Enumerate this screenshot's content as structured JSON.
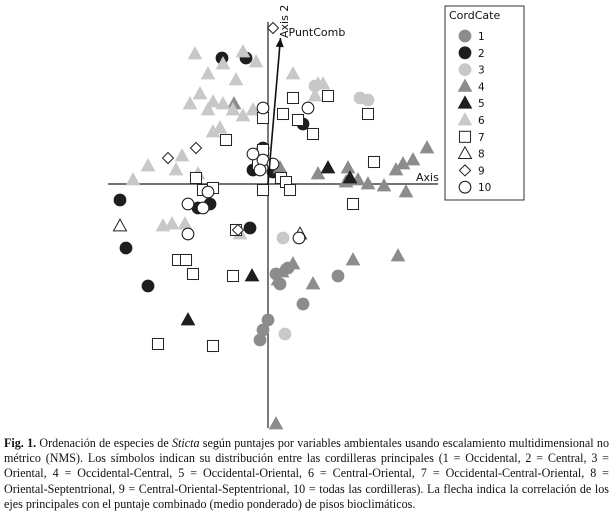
{
  "chart_data": {
    "type": "scatter",
    "title": "",
    "xlabel": "Axis",
    "ylabel": "Axis 2",
    "xlim": [
      -1.6,
      1.6
    ],
    "ylim": [
      -1.2,
      0.78
    ],
    "grid": false,
    "arrow": {
      "label": "PuntComb",
      "from": [
        0,
        0
      ],
      "to": [
        0.125,
        0.73
      ]
    },
    "legend": {
      "title": "CordCate",
      "placement": "top-right",
      "entries": [
        {
          "label": "1",
          "marker": "circle",
          "fill": "#8c8c8c",
          "stroke": "#8c8c8c"
        },
        {
          "label": "2",
          "marker": "circle",
          "fill": "#1e1e1e",
          "stroke": "#1e1e1e"
        },
        {
          "label": "3",
          "marker": "circle",
          "fill": "#c8c8c8",
          "stroke": "#c8c8c8"
        },
        {
          "label": "4",
          "marker": "triangle",
          "fill": "#8c8c8c",
          "stroke": "#8c8c8c"
        },
        {
          "label": "5",
          "marker": "triangle",
          "fill": "#1e1e1e",
          "stroke": "#1e1e1e"
        },
        {
          "label": "6",
          "marker": "triangle",
          "fill": "#c8c8c8",
          "stroke": "#c8c8c8"
        },
        {
          "label": "7",
          "marker": "square",
          "fill": "#ffffff",
          "stroke": "#222222"
        },
        {
          "label": "8",
          "marker": "triangle",
          "fill": "#ffffff",
          "stroke": "#222222"
        },
        {
          "label": "9",
          "marker": "diamond",
          "fill": "#ffffff",
          "stroke": "#222222"
        },
        {
          "label": "10",
          "marker": "circle",
          "fill": "#ffffff",
          "stroke": "#222222"
        }
      ]
    },
    "series": [
      {
        "category": "1",
        "points": [
          [
            0.12,
            -0.5
          ],
          [
            0.2,
            -0.42
          ],
          [
            0.35,
            -0.6
          ],
          [
            -0.05,
            -0.73
          ],
          [
            0,
            -0.68
          ],
          [
            0.08,
            -0.45
          ],
          [
            0.7,
            -0.46
          ],
          [
            -0.08,
            -0.78
          ]
        ]
      },
      {
        "category": "2",
        "points": [
          [
            -0.46,
            0.63
          ],
          [
            -0.22,
            0.63
          ],
          [
            0.35,
            0.3
          ],
          [
            -0.15,
            0.07
          ],
          [
            -0.05,
            0.18
          ],
          [
            0.05,
            0.06
          ],
          [
            -0.58,
            -0.1
          ],
          [
            -0.7,
            -0.12
          ],
          [
            -1.48,
            -0.08
          ],
          [
            -1.42,
            -0.32
          ],
          [
            -1.2,
            -0.51
          ],
          [
            -0.18,
            -0.22
          ]
        ]
      },
      {
        "category": "3",
        "points": [
          [
            0.47,
            0.49
          ],
          [
            0.92,
            0.43
          ],
          [
            1.0,
            0.42
          ],
          [
            0.15,
            -0.27
          ],
          [
            0.17,
            -0.75
          ]
        ]
      },
      {
        "category": "4",
        "points": [
          [
            -0.34,
            0.4
          ],
          [
            0.12,
            0.08
          ],
          [
            0.5,
            0.05
          ],
          [
            0.8,
            0.08
          ],
          [
            0.78,
            0.01
          ],
          [
            1.28,
            0.07
          ],
          [
            1.35,
            0.1
          ],
          [
            1.45,
            0.12
          ],
          [
            1.59,
            0.18
          ],
          [
            0.9,
            0.02
          ],
          [
            1.0,
            0.0
          ],
          [
            1.16,
            -0.01
          ],
          [
            1.38,
            -0.04
          ],
          [
            0.14,
            -0.44
          ],
          [
            0.25,
            -0.4
          ],
          [
            0.1,
            -0.48
          ],
          [
            0.45,
            -0.5
          ],
          [
            0.85,
            -0.38
          ],
          [
            1.3,
            -0.36
          ],
          [
            0.08,
            -1.2
          ]
        ]
      },
      {
        "category": "5",
        "points": [
          [
            0.6,
            0.08
          ],
          [
            0.82,
            0.03
          ],
          [
            -0.16,
            -0.46
          ],
          [
            -0.8,
            -0.68
          ]
        ]
      },
      {
        "category": "6",
        "points": [
          [
            -0.73,
            0.65
          ],
          [
            -0.45,
            0.6
          ],
          [
            -0.25,
            0.66
          ],
          [
            -0.12,
            0.61
          ],
          [
            -0.6,
            0.55
          ],
          [
            -0.32,
            0.52
          ],
          [
            0.25,
            0.55
          ],
          [
            0.5,
            0.5
          ],
          [
            -0.68,
            0.45
          ],
          [
            -0.55,
            0.41
          ],
          [
            -0.45,
            0.4
          ],
          [
            -0.35,
            0.37
          ],
          [
            -0.25,
            0.34
          ],
          [
            -0.15,
            0.37
          ],
          [
            -0.78,
            0.4
          ],
          [
            -0.6,
            0.37
          ],
          [
            0.47,
            0.44
          ],
          [
            0.55,
            0.5
          ],
          [
            -0.48,
            0.28
          ],
          [
            -0.55,
            0.26
          ],
          [
            -0.86,
            0.14
          ],
          [
            -1.2,
            0.09
          ],
          [
            -0.92,
            0.07
          ],
          [
            -0.7,
            0.05
          ],
          [
            -1.35,
            0.02
          ],
          [
            -0.83,
            -0.2
          ],
          [
            -0.96,
            -0.2
          ],
          [
            -1.05,
            -0.21
          ],
          [
            -0.28,
            -0.25
          ]
        ]
      },
      {
        "category": "7",
        "points": [
          [
            0.25,
            0.43
          ],
          [
            0.6,
            0.44
          ],
          [
            0.15,
            0.35
          ],
          [
            0.3,
            0.32
          ],
          [
            -0.05,
            0.33
          ],
          [
            1.0,
            0.35
          ],
          [
            0.45,
            0.25
          ],
          [
            -0.42,
            0.22
          ],
          [
            -0.05,
            0.17
          ],
          [
            -0.1,
            0.1
          ],
          [
            1.06,
            0.11
          ],
          [
            -0.72,
            0.03
          ],
          [
            0.13,
            0.03
          ],
          [
            -0.65,
            -0.03
          ],
          [
            -0.55,
            -0.02
          ],
          [
            -0.05,
            -0.03
          ],
          [
            0.18,
            0.01
          ],
          [
            0.22,
            -0.03
          ],
          [
            0.85,
            -0.1
          ],
          [
            -0.32,
            -0.23
          ],
          [
            -0.9,
            -0.38
          ],
          [
            -0.82,
            -0.38
          ],
          [
            -0.75,
            -0.45
          ],
          [
            -0.35,
            -0.46
          ],
          [
            -1.1,
            -0.8
          ],
          [
            -0.55,
            -0.81
          ]
        ]
      },
      {
        "category": "8",
        "points": [
          [
            0.32,
            -0.25
          ],
          [
            -1.48,
            -0.21
          ]
        ]
      },
      {
        "category": "9",
        "points": [
          [
            0.05,
            0.78
          ],
          [
            -1.0,
            0.13
          ],
          [
            -0.72,
            0.18
          ],
          [
            -0.3,
            -0.23
          ]
        ]
      },
      {
        "category": "10",
        "points": [
          [
            -0.05,
            0.38
          ],
          [
            0.4,
            0.38
          ],
          [
            -0.05,
            0.12
          ],
          [
            -0.15,
            0.15
          ],
          [
            0.05,
            0.1
          ],
          [
            -0.6,
            -0.04
          ],
          [
            -0.08,
            0.07
          ],
          [
            -0.8,
            -0.1
          ],
          [
            -0.65,
            -0.12
          ],
          [
            -0.8,
            -0.25
          ],
          [
            0.31,
            -0.27
          ]
        ]
      }
    ]
  },
  "caption": {
    "label": "Fig. 1.",
    "text_before": "Ordenación de especies de",
    "genus": "Sticta",
    "text_after": "según puntajes por variables ambientales usando escalamiento multidimensional no métrico (NMS). Los símbolos indican su distribución entre las cordilleras principales (1 = Occidental, 2 = Central, 3 = Oriental, 4 = Occidental-Central, 5 = Occidental-Oriental, 6 = Central-Oriental, 7 = Occidental-Central-Oriental, 8 = Oriental-Septentrional, 9 = Central-Oriental-Septentrional, 10 = todas las cordilleras). La flecha indica la correlación de los ejes principales con el puntaje combinado (medio ponderado) de pisos bioclimáticos."
  }
}
